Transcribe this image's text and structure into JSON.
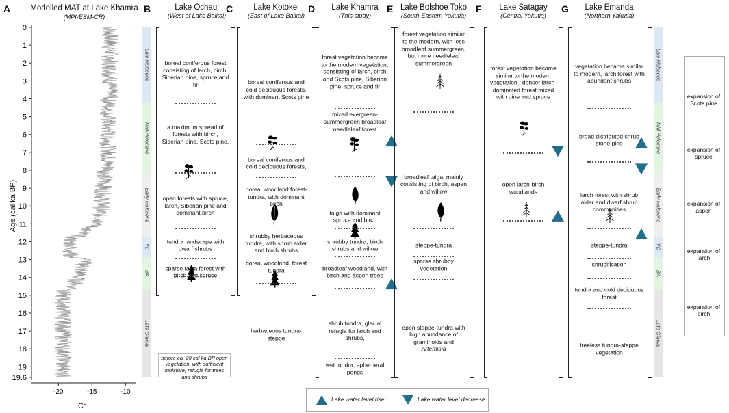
{
  "panel_a": {
    "letter": "A",
    "title": "Modelled MAT at Lake Khamra",
    "subtitle": "(MPI-ESM-CR)",
    "y_axis_label": "Age (cal ka  BP)",
    "x_axis_label": "C°",
    "y_ticks": [
      "0",
      "1",
      "2",
      "3",
      "4",
      "5",
      "6",
      "7",
      "8",
      "9",
      "10",
      "11",
      "12",
      "13",
      "14",
      "15",
      "16",
      "17",
      "18",
      "19",
      "19.6"
    ],
    "x_ticks": [
      "-20",
      "-15",
      "-10"
    ]
  },
  "periods": [
    {
      "label": "Late Holocene",
      "start": 0,
      "end": 4.2,
      "color": "#dce9f5"
    },
    {
      "label": "Mid-Holocene",
      "start": 4.2,
      "end": 8.2,
      "color": "#e2f5e0"
    },
    {
      "label": "Early Holocene",
      "start": 8.2,
      "end": 11.7,
      "color": "#efefef"
    },
    {
      "label": "YD",
      "start": 11.7,
      "end": 12.9,
      "color": "#dce9f5"
    },
    {
      "label": "BA",
      "start": 12.9,
      "end": 14.7,
      "color": "#e2f5e0"
    },
    {
      "label": "Late Glacial",
      "start": 14.7,
      "end": 19.6,
      "color": "#e6e6e6"
    }
  ],
  "columns": [
    {
      "letter": "B",
      "title": "Lake Ochaul",
      "subtitle": "(West of Lake Baikal)",
      "texts": [
        {
          "t": "boreal coniferous forest consisting of larch, birch, Siberian pine, spruce and fir",
          "age": 2.6
        },
        {
          "t": "a maximum spread of forests with birch, Siberian pine, Scots pine,",
          "age": 6.0
        },
        {
          "t": "open forests with spruce, larch, Siberian pine and dominant birch",
          "age": 10.0
        },
        {
          "t": "tundra landscape with dwarf shrubs",
          "age": 12.2
        },
        {
          "t": "sparse taiga forest with birch and spruce",
          "age": 13.7
        }
      ]
    },
    {
      "letter": "C",
      "title": "Lake Kotokel",
      "subtitle": "(East of Lake Baikal)",
      "texts": [
        {
          "t": "boreal coniferous and cold deciduous forests, with dominant Scots pine",
          "age": 3.5
        },
        {
          "t": "boreal coniferous and cold deciduous forests,",
          "age": 7.6
        },
        {
          "t": "boreal woodland forest-tundra, with dominant birch",
          "age": 9.5
        },
        {
          "t": "shrubby herbaceous tundra, with shrub alder and birch shrubs",
          "age": 12.1
        },
        {
          "t": "boreal woodland, forest tundra",
          "age": 13.4
        },
        {
          "t": "herbaceous tundra-steppe",
          "age": 17.2
        }
      ]
    },
    {
      "letter": "D",
      "title": "Lake Khamra",
      "subtitle": "(This study)",
      "texts": [
        {
          "t": "forest vegetation became to the modern vegetation, consisting of larch, birch and Scots pine, Siberian pine, spruce and fir",
          "age": 2.5
        },
        {
          "t": "mixed evergreen-summergreen broadleaf needleleaf forest",
          "age": 5.3
        },
        {
          "t": "taiga with dominant spruce and birch",
          "age": 10.6
        },
        {
          "t": "shrubby tundra, birch shrubs and willow",
          "age": 12.2
        },
        {
          "t": "broadleaf woodland, with birch and aspen trees",
          "age": 13.7
        },
        {
          "t": "shrub tundra, glacial refugia for larch and shrubs,",
          "age": 17.0
        },
        {
          "t": "wet tundra, ephemeral ponds",
          "age": 19.1
        }
      ]
    },
    {
      "letter": "E",
      "title": "Lake Bolshoe Toko",
      "subtitle": "(South-Eastern Yakutia)",
      "texts": [
        {
          "t": "forest vegetation similar to the modern, with less broadleaf summergreen, but more needleleaf summergreen",
          "age": 1.2
        },
        {
          "t": "broadleaf taiga, mainly consisting of birch, aspen and willow",
          "age": 8.8
        },
        {
          "t": "steppe-tundra",
          "age": 12.2
        },
        {
          "t": "sparse shrubby vegetation",
          "age": 13.3
        },
        {
          "t": "open steppe-tundra with high abundance of graminoids and",
          "age": 17.4,
          "italic": "Artemisia"
        }
      ]
    },
    {
      "letter": "F",
      "title": "Lake Satagay",
      "subtitle": "(Central Yakutia)",
      "texts": [
        {
          "t": "forest vegetation became similar to the modern vegetation , denser larch-dominated forest mixed with pine and spruce",
          "age": 3.1
        },
        {
          "t": "open larch-birch woodlands",
          "age": 9.0
        }
      ]
    },
    {
      "letter": "G",
      "title": "Lake Emanda",
      "subtitle": "(Northern Yakutia)",
      "texts": [
        {
          "t": "vegetation became similar to modern, larch forest with abundant shrubs",
          "age": 2.6
        },
        {
          "t": "broad distributed shrub stone pine",
          "age": 6.3
        },
        {
          "t": "larch forest with shrub alder and dwarf shrub communities",
          "age": 9.8
        },
        {
          "t": "steppe-tundra",
          "age": 12.2
        },
        {
          "t": "shrubification",
          "age": 13.3
        },
        {
          "t": "tundra and cold deciduous forest",
          "age": 14.9
        },
        {
          "t": "treeless tundra-steppe vegetation",
          "age": 18.0
        }
      ]
    }
  ],
  "note_box": "before ca. 20 cal ka BP open vegetation, with sufficient moisture, refugia for trees and shrubs",
  "tree_legend": [
    {
      "icon": "scots-pine-icon",
      "label": "expansion of Scots pine"
    },
    {
      "icon": "spruce-icon",
      "label": "expansion of spruce"
    },
    {
      "icon": "aspen-icon",
      "label": "expansion of aspen"
    },
    {
      "icon": "larch-icon",
      "label": "expansion of larch"
    },
    {
      "icon": "birch-icon",
      "label": "expansion of birch"
    }
  ],
  "lake_legend": {
    "rise": "Lake water level rise",
    "decrease": "Lake water level decrease",
    "color": "#1f6e8c"
  }
}
